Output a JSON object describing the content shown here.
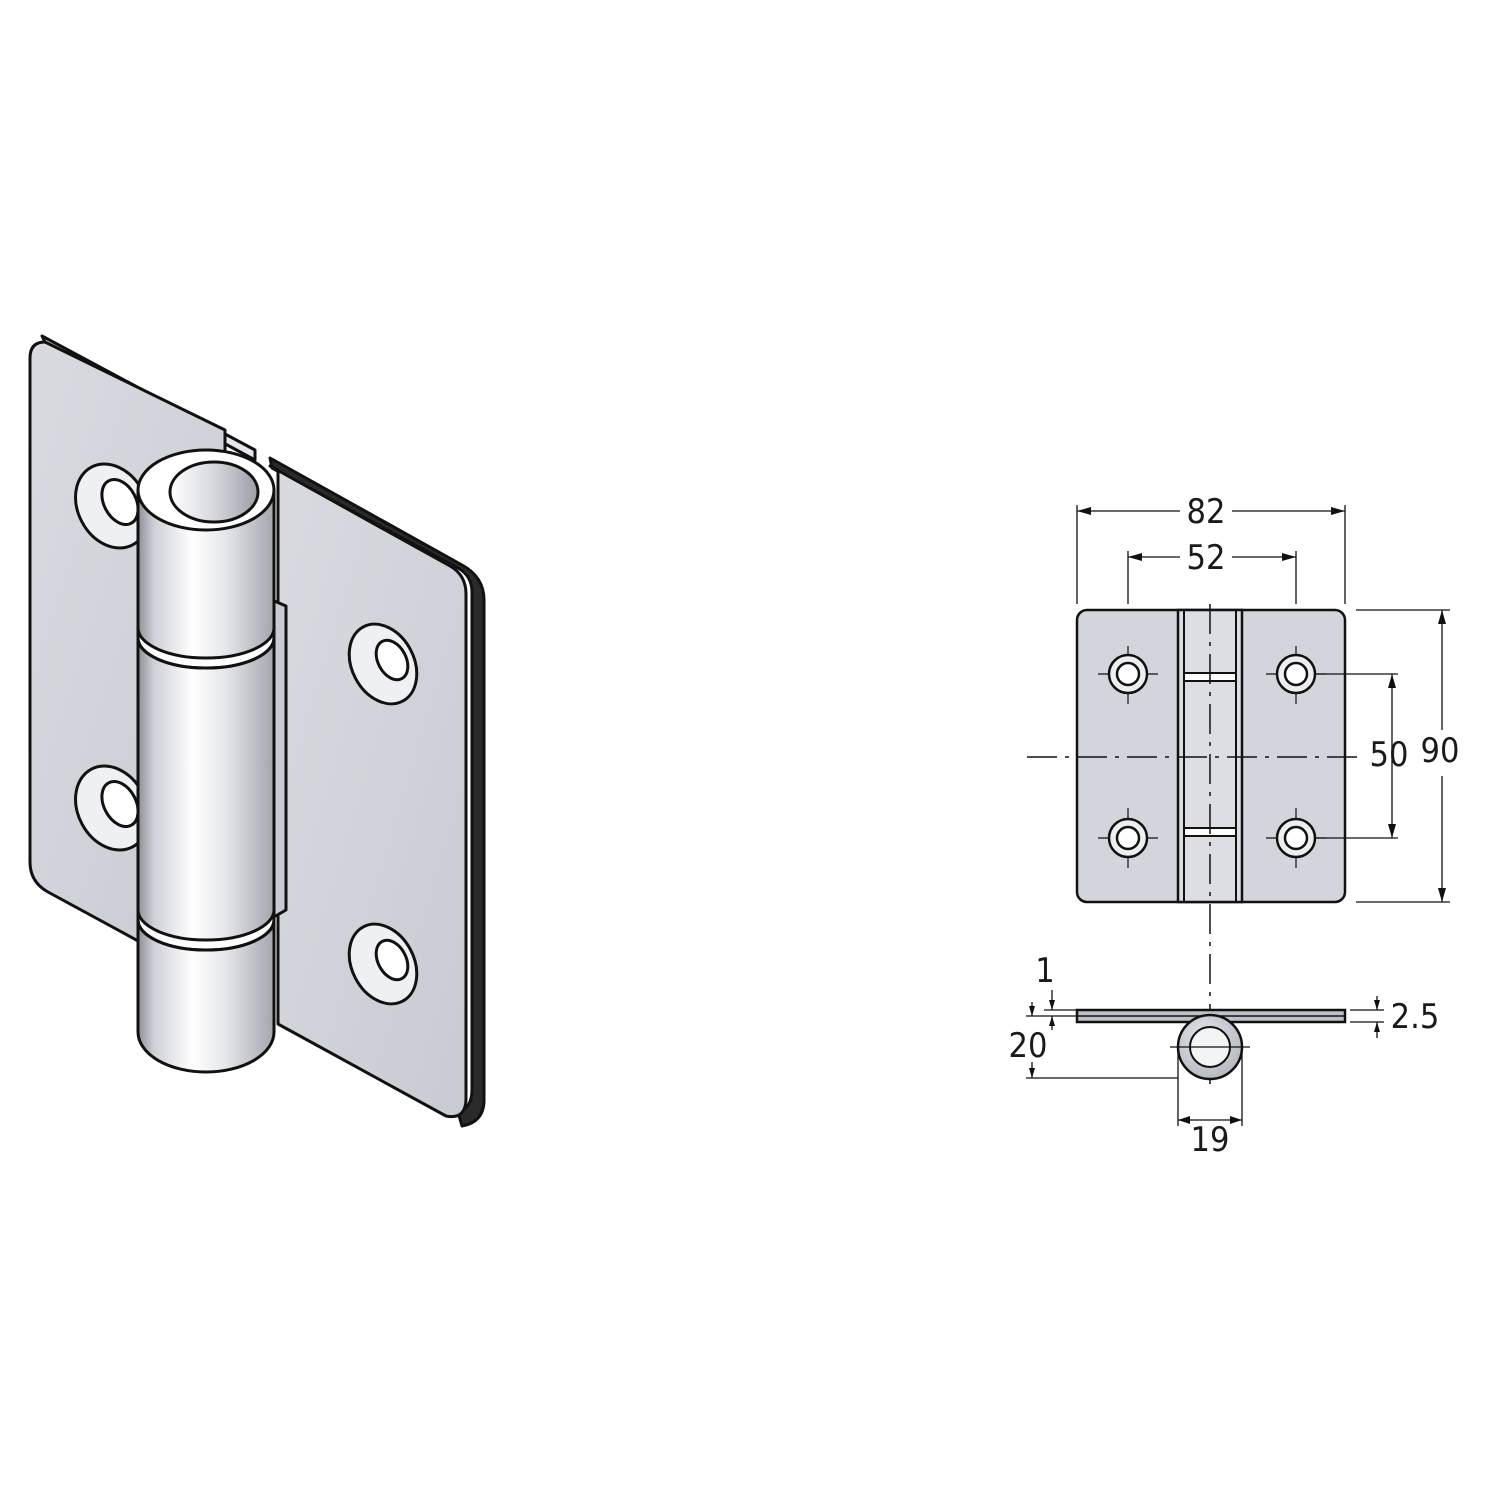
{
  "dimensions": {
    "overall_width": "82",
    "hole_spacing_horizontal": "52",
    "hole_spacing_vertical": "50",
    "overall_height": "90",
    "leaf_gap": "1",
    "knuckle_offset": "20",
    "leaf_thickness": "2.5",
    "knuckle_diameter": "19"
  },
  "colors": {
    "line": "#111111",
    "metal_light": "#f2f3f6",
    "metal": "#d3d5dc",
    "metal_dark": "#9a9ca6"
  }
}
